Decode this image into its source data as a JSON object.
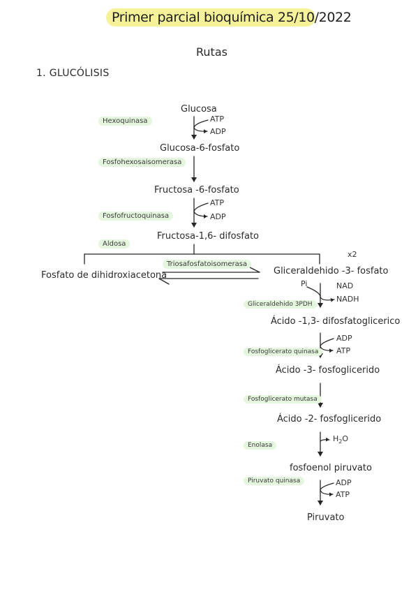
{
  "header": {
    "title": "Primer parcial bioquímica 25/10/2022",
    "subtitle": "Rutas"
  },
  "section": {
    "title": "1. GLUCÓLISIS"
  },
  "metabolites": {
    "glucosa": "Glucosa",
    "g6p": "Glucosa-6-fosfato",
    "f6p": "Fructosa -6-fosfato",
    "f16bp": "Fructosa-1,6- difosfato",
    "dhap": "Fosfato de dihidroxiacetona",
    "gap": "Gliceraldehido -3- fosfato",
    "bpg": "Ácido -1,3- difosfatoglicerico",
    "pg3": "Ácido -3- fosfoglicerido",
    "pg2": "Ácido -2- fosfoglicerido",
    "pep": "fosfoenol piruvato",
    "pyr": "Piruvato"
  },
  "enzymes": {
    "hexoquinasa": "Hexoquinasa",
    "fosfohexosa": "Fosfohexosaisomerasa",
    "fosfofructo": "Fosfofructoquinasa",
    "aldosa": "Aldosa",
    "triosa": "Triosafosfatoisomerasa",
    "gapdh": "Gliceraldehido 3PDH",
    "pgk": "Fosfoglicerato quinasa",
    "pgm": "Fosfoglicerato mutasa",
    "enolasa": "Enolasa",
    "pk": "Piruvato quinasa"
  },
  "cofactors": {
    "step1_in": "ATP",
    "step1_out": "ADP",
    "step3_in": "ATP",
    "step3_out": "ADP",
    "gap_pi": "Pi",
    "gap_in": "NAD",
    "gap_out": "NADH",
    "pgk_in": "ADP",
    "pgk_out": "ATP",
    "water_main": "H",
    "water_sub": "2",
    "water_end": "O",
    "pk_in": "ADP",
    "pk_out": "ATP",
    "multiplier": "x2"
  },
  "colors": {
    "highlight": "#f6f29a",
    "enzyme_bg": "#e4f6de",
    "ink": "#262626"
  }
}
